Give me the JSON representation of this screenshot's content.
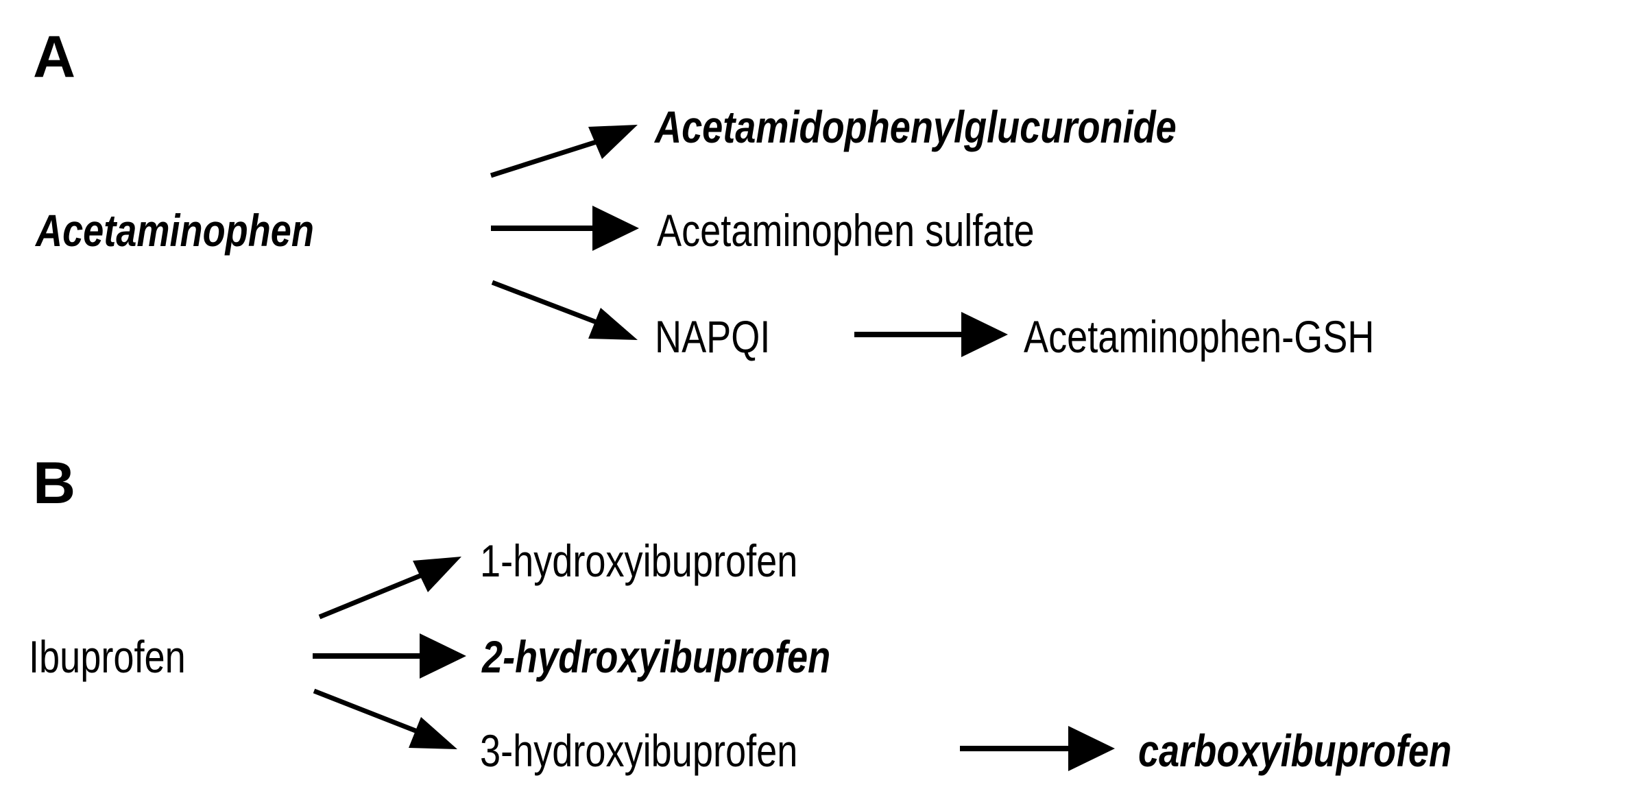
{
  "figure": {
    "background_color": "#ffffff",
    "ink_color": "#000000",
    "type": "metabolic-pathway-diagram"
  },
  "panels": [
    {
      "id": "A",
      "label": "A",
      "parent_drug": "Acetaminophen",
      "parent_emphasis": "bold-italic",
      "metabolites": [
        {
          "name": "Acetamidophenylglucuronide",
          "emphasis": "bold-italic"
        },
        {
          "name": "Acetaminophen sulfate",
          "emphasis": "plain"
        },
        {
          "name": "NAPQI",
          "emphasis": "plain"
        },
        {
          "name": "Acetaminophen-GSH",
          "emphasis": "plain"
        }
      ],
      "reactions": [
        {
          "from": "Acetaminophen",
          "to": "Acetamidophenylglucuronide",
          "direction": "up-right"
        },
        {
          "from": "Acetaminophen",
          "to": "Acetaminophen sulfate",
          "direction": "right"
        },
        {
          "from": "Acetaminophen",
          "to": "NAPQI",
          "direction": "down-right"
        },
        {
          "from": "NAPQI",
          "to": "Acetaminophen-GSH",
          "direction": "right"
        }
      ]
    },
    {
      "id": "B",
      "label": "B",
      "parent_drug": "Ibuprofen",
      "parent_emphasis": "plain",
      "metabolites": [
        {
          "name": "1-hydroxyibuprofen",
          "emphasis": "plain"
        },
        {
          "name": "2-hydroxyibuprofen",
          "emphasis": "bold-italic"
        },
        {
          "name": "3-hydroxyibuprofen",
          "emphasis": "plain"
        },
        {
          "name": "carboxyibuprofen",
          "emphasis": "bold-italic"
        }
      ],
      "reactions": [
        {
          "from": "Ibuprofen",
          "to": "1-hydroxyibuprofen",
          "direction": "up-right"
        },
        {
          "from": "Ibuprofen",
          "to": "2-hydroxyibuprofen",
          "direction": "right"
        },
        {
          "from": "Ibuprofen",
          "to": "3-hydroxyibuprofen",
          "direction": "down-right"
        },
        {
          "from": "3-hydroxyibuprofen",
          "to": "carboxyibuprofen",
          "direction": "right"
        }
      ]
    }
  ],
  "panel_a": {
    "label": "A",
    "acetaminophen": "Acetaminophen",
    "glucuronide": "Acetamidophenylglucuronide",
    "sulfate": "Acetaminophen sulfate",
    "napqi": "NAPQI",
    "gsh": "Acetaminophen-GSH"
  },
  "panel_b": {
    "label": "B",
    "ibuprofen": "Ibuprofen",
    "one_hydroxy": "1-hydroxyibuprofen",
    "two_hydroxy": "2-hydroxyibuprofen",
    "three_hydroxy": "3-hydroxyibuprofen",
    "carboxy": "carboxyibuprofen"
  }
}
